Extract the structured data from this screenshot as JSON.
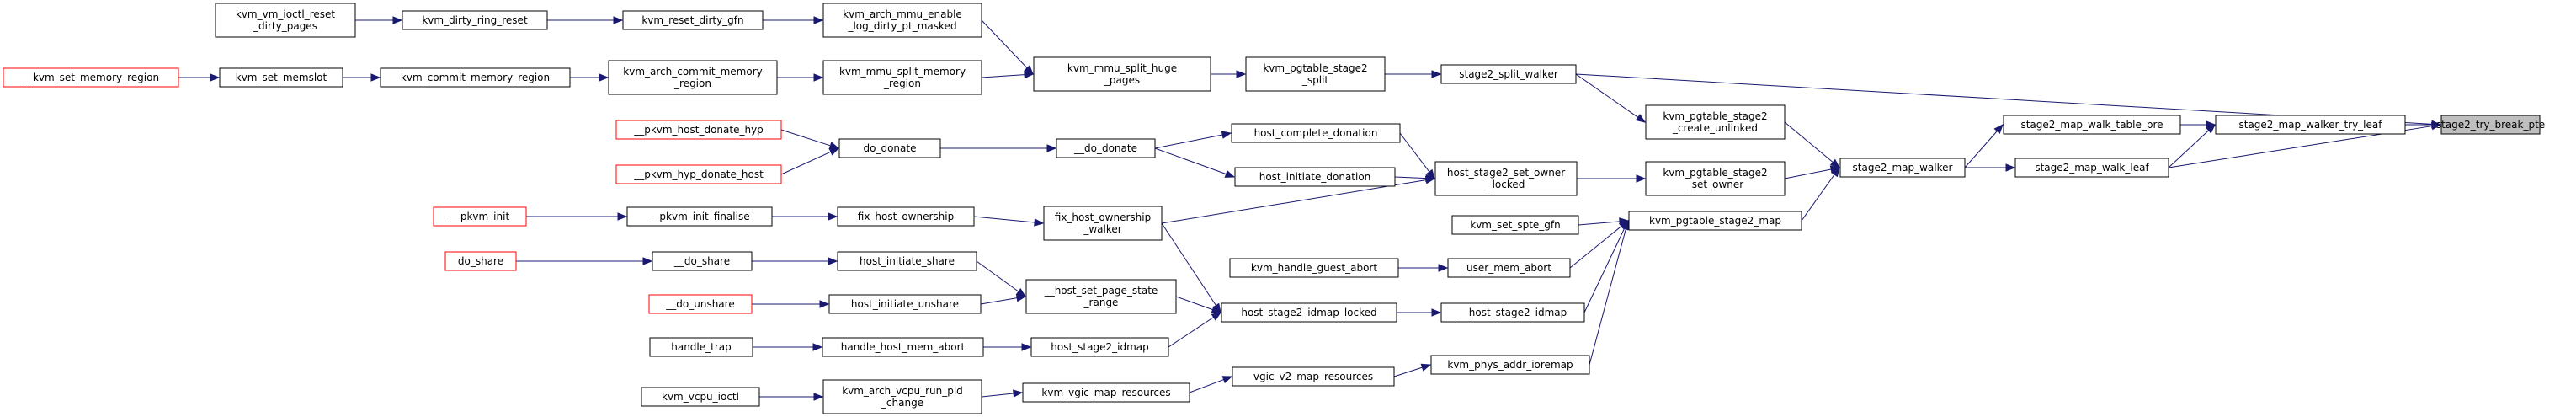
{
  "colors": {
    "edge": "#191970",
    "node_border": "#000000",
    "missing_border": "#ff0000",
    "root_fill": "#bfbfbf"
  },
  "nodes": {
    "stage2_try_break_pte": {
      "lines": [
        "stage2_try_break_pte"
      ],
      "kind": "root"
    },
    "stage2_map_walker_try_leaf": {
      "lines": [
        "stage2_map_walker_try_leaf"
      ],
      "kind": "normal"
    },
    "stage2_map_walk_table_pre": {
      "lines": [
        "stage2_map_walk_table_pre"
      ],
      "kind": "normal"
    },
    "stage2_map_walk_leaf": {
      "lines": [
        "stage2_map_walk_leaf"
      ],
      "kind": "normal"
    },
    "stage2_split_walker": {
      "lines": [
        "stage2_split_walker"
      ],
      "kind": "normal"
    },
    "stage2_map_walker": {
      "lines": [
        "stage2_map_walker"
      ],
      "kind": "normal"
    },
    "kvm_pgtable_stage2_split": {
      "lines": [
        "kvm_pgtable_stage2",
        "_split"
      ],
      "kind": "normal"
    },
    "kvm_pgtable_stage2_create_unlinked": {
      "lines": [
        "kvm_pgtable_stage2",
        "_create_unlinked"
      ],
      "kind": "normal"
    },
    "kvm_pgtable_stage2_set_owner": {
      "lines": [
        "kvm_pgtable_stage2",
        "_set_owner"
      ],
      "kind": "normal"
    },
    "kvm_pgtable_stage2_map": {
      "lines": [
        "kvm_pgtable_stage2_map"
      ],
      "kind": "normal"
    },
    "kvm_mmu_split_huge_pages": {
      "lines": [
        "kvm_mmu_split_huge",
        "_pages"
      ],
      "kind": "normal"
    },
    "kvm_arch_mmu_enable_log_dirty_pt_masked": {
      "lines": [
        "kvm_arch_mmu_enable",
        "_log_dirty_pt_masked"
      ],
      "kind": "normal"
    },
    "kvm_mmu_split_memory_region": {
      "lines": [
        "kvm_mmu_split_memory",
        "_region"
      ],
      "kind": "normal"
    },
    "kvm_reset_dirty_gfn": {
      "lines": [
        "kvm_reset_dirty_gfn"
      ],
      "kind": "normal"
    },
    "kvm_dirty_ring_reset": {
      "lines": [
        "kvm_dirty_ring_reset"
      ],
      "kind": "normal"
    },
    "kvm_vm_ioctl_reset_dirty_pages": {
      "lines": [
        "kvm_vm_ioctl_reset",
        "_dirty_pages"
      ],
      "kind": "normal"
    },
    "kvm_arch_commit_memory_region": {
      "lines": [
        "kvm_arch_commit_memory",
        "_region"
      ],
      "kind": "normal"
    },
    "kvm_commit_memory_region": {
      "lines": [
        "kvm_commit_memory_region"
      ],
      "kind": "normal"
    },
    "kvm_set_memslot": {
      "lines": [
        "kvm_set_memslot"
      ],
      "kind": "normal"
    },
    "__kvm_set_memory_region": {
      "lines": [
        "__kvm_set_memory_region"
      ],
      "kind": "missing"
    },
    "host_stage2_set_owner_locked": {
      "lines": [
        "host_stage2_set_owner",
        "_locked"
      ],
      "kind": "normal"
    },
    "host_complete_donation": {
      "lines": [
        "host_complete_donation"
      ],
      "kind": "normal"
    },
    "host_initiate_donation": {
      "lines": [
        "host_initiate_donation"
      ],
      "kind": "normal"
    },
    "fix_host_ownership_walker": {
      "lines": [
        "fix_host_ownership",
        "_walker"
      ],
      "kind": "normal"
    },
    "__do_donate": {
      "lines": [
        "__do_donate"
      ],
      "kind": "normal"
    },
    "do_donate": {
      "lines": [
        "do_donate"
      ],
      "kind": "normal"
    },
    "__pkvm_host_donate_hyp": {
      "lines": [
        "__pkvm_host_donate_hyp"
      ],
      "kind": "missing"
    },
    "__pkvm_hyp_donate_host": {
      "lines": [
        "__pkvm_hyp_donate_host"
      ],
      "kind": "missing"
    },
    "fix_host_ownership": {
      "lines": [
        "fix_host_ownership"
      ],
      "kind": "normal"
    },
    "__pkvm_init_finalise": {
      "lines": [
        "__pkvm_init_finalise"
      ],
      "kind": "normal"
    },
    "__pkvm_init": {
      "lines": [
        "__pkvm_init"
      ],
      "kind": "missing"
    },
    "kvm_set_spte_gfn": {
      "lines": [
        "kvm_set_spte_gfn"
      ],
      "kind": "normal"
    },
    "user_mem_abort": {
      "lines": [
        "user_mem_abort"
      ],
      "kind": "normal"
    },
    "kvm_handle_guest_abort": {
      "lines": [
        "kvm_handle_guest_abort"
      ],
      "kind": "normal"
    },
    "__host_stage2_idmap": {
      "lines": [
        "__host_stage2_idmap"
      ],
      "kind": "normal"
    },
    "host_stage2_idmap_locked": {
      "lines": [
        "host_stage2_idmap_locked"
      ],
      "kind": "normal"
    },
    "__host_set_page_state_range": {
      "lines": [
        "__host_set_page_state",
        "_range"
      ],
      "kind": "normal"
    },
    "host_initiate_share": {
      "lines": [
        "host_initiate_share"
      ],
      "kind": "normal"
    },
    "host_initiate_unshare": {
      "lines": [
        "host_initiate_unshare"
      ],
      "kind": "normal"
    },
    "__do_share": {
      "lines": [
        "__do_share"
      ],
      "kind": "normal"
    },
    "do_share": {
      "lines": [
        "do_share"
      ],
      "kind": "missing"
    },
    "__do_unshare": {
      "lines": [
        "__do_unshare"
      ],
      "kind": "missing"
    },
    "host_stage2_idmap": {
      "lines": [
        "host_stage2_idmap"
      ],
      "kind": "normal"
    },
    "handle_host_mem_abort": {
      "lines": [
        "handle_host_mem_abort"
      ],
      "kind": "normal"
    },
    "handle_trap": {
      "lines": [
        "handle_trap"
      ],
      "kind": "normal"
    },
    "kvm_phys_addr_ioremap": {
      "lines": [
        "kvm_phys_addr_ioremap"
      ],
      "kind": "normal"
    },
    "vgic_v2_map_resources": {
      "lines": [
        "vgic_v2_map_resources"
      ],
      "kind": "normal"
    },
    "kvm_vgic_map_resources": {
      "lines": [
        "kvm_vgic_map_resources"
      ],
      "kind": "normal"
    },
    "kvm_arch_vcpu_run_pid_change": {
      "lines": [
        "kvm_arch_vcpu_run_pid",
        "_change"
      ],
      "kind": "normal"
    },
    "kvm_vcpu_ioctl": {
      "lines": [
        "kvm_vcpu_ioctl"
      ],
      "kind": "normal"
    }
  },
  "edges": [
    [
      "stage2_map_walker_try_leaf",
      "stage2_try_break_pte"
    ],
    [
      "stage2_split_walker",
      "stage2_try_break_pte"
    ],
    [
      "stage2_map_walk_leaf",
      "stage2_try_break_pte"
    ],
    [
      "stage2_map_walk_table_pre",
      "stage2_map_walker_try_leaf"
    ],
    [
      "stage2_map_walk_leaf",
      "stage2_map_walker_try_leaf"
    ],
    [
      "stage2_map_walker",
      "stage2_map_walk_table_pre"
    ],
    [
      "stage2_map_walker",
      "stage2_map_walk_leaf"
    ],
    [
      "kvm_pgtable_stage2_split",
      "stage2_split_walker"
    ],
    [
      "kvm_pgtable_stage2_create_unlinked",
      "stage2_map_walker"
    ],
    [
      "kvm_pgtable_stage2_set_owner",
      "stage2_map_walker"
    ],
    [
      "kvm_pgtable_stage2_map",
      "stage2_map_walker"
    ],
    [
      "stage2_split_walker",
      "kvm_pgtable_stage2_create_unlinked"
    ],
    [
      "kvm_mmu_split_huge_pages",
      "kvm_pgtable_stage2_split"
    ],
    [
      "kvm_arch_mmu_enable_log_dirty_pt_masked",
      "kvm_mmu_split_huge_pages"
    ],
    [
      "kvm_mmu_split_memory_region",
      "kvm_mmu_split_huge_pages"
    ],
    [
      "kvm_reset_dirty_gfn",
      "kvm_arch_mmu_enable_log_dirty_pt_masked"
    ],
    [
      "kvm_dirty_ring_reset",
      "kvm_reset_dirty_gfn"
    ],
    [
      "kvm_vm_ioctl_reset_dirty_pages",
      "kvm_dirty_ring_reset"
    ],
    [
      "kvm_arch_commit_memory_region",
      "kvm_mmu_split_memory_region"
    ],
    [
      "kvm_commit_memory_region",
      "kvm_arch_commit_memory_region"
    ],
    [
      "kvm_set_memslot",
      "kvm_commit_memory_region"
    ],
    [
      "__kvm_set_memory_region",
      "kvm_set_memslot"
    ],
    [
      "host_stage2_set_owner_locked",
      "kvm_pgtable_stage2_set_owner"
    ],
    [
      "host_complete_donation",
      "host_stage2_set_owner_locked"
    ],
    [
      "host_initiate_donation",
      "host_stage2_set_owner_locked"
    ],
    [
      "fix_host_ownership_walker",
      "host_stage2_set_owner_locked"
    ],
    [
      "__do_donate",
      "host_complete_donation"
    ],
    [
      "__do_donate",
      "host_initiate_donation"
    ],
    [
      "do_donate",
      "__do_donate"
    ],
    [
      "__pkvm_host_donate_hyp",
      "do_donate"
    ],
    [
      "__pkvm_hyp_donate_host",
      "do_donate"
    ],
    [
      "fix_host_ownership",
      "fix_host_ownership_walker"
    ],
    [
      "__pkvm_init_finalise",
      "fix_host_ownership"
    ],
    [
      "__pkvm_init",
      "__pkvm_init_finalise"
    ],
    [
      "kvm_set_spte_gfn",
      "kvm_pgtable_stage2_map"
    ],
    [
      "user_mem_abort",
      "kvm_pgtable_stage2_map"
    ],
    [
      "__host_stage2_idmap",
      "kvm_pgtable_stage2_map"
    ],
    [
      "kvm_phys_addr_ioremap",
      "kvm_pgtable_stage2_map"
    ],
    [
      "kvm_handle_guest_abort",
      "user_mem_abort"
    ],
    [
      "host_stage2_idmap_locked",
      "__host_stage2_idmap"
    ],
    [
      "fix_host_ownership_walker",
      "host_stage2_idmap_locked"
    ],
    [
      "__host_set_page_state_range",
      "host_stage2_idmap_locked"
    ],
    [
      "host_stage2_idmap",
      "host_stage2_idmap_locked"
    ],
    [
      "host_initiate_share",
      "__host_set_page_state_range"
    ],
    [
      "host_initiate_unshare",
      "__host_set_page_state_range"
    ],
    [
      "__do_share",
      "host_initiate_share"
    ],
    [
      "do_share",
      "__do_share"
    ],
    [
      "__do_unshare",
      "host_initiate_unshare"
    ],
    [
      "handle_host_mem_abort",
      "host_stage2_idmap"
    ],
    [
      "handle_trap",
      "handle_host_mem_abort"
    ],
    [
      "vgic_v2_map_resources",
      "kvm_phys_addr_ioremap"
    ],
    [
      "kvm_vgic_map_resources",
      "vgic_v2_map_resources"
    ],
    [
      "kvm_arch_vcpu_run_pid_change",
      "kvm_vgic_map_resources"
    ],
    [
      "kvm_vcpu_ioctl",
      "kvm_arch_vcpu_run_pid_change"
    ]
  ]
}
